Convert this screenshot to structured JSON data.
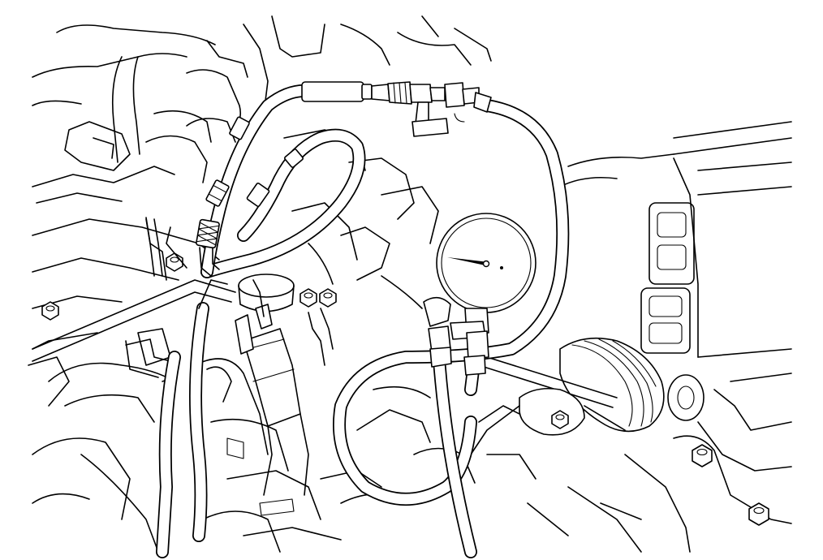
{
  "figure": {
    "gauge_dial_text": "",
    "colors": {
      "line": "#000000",
      "background": "#ffffff"
    },
    "parts": [
      "engine-compartment",
      "fuel-pressure-gauge",
      "gauge-hose",
      "adapter-fittings",
      "quick-connector",
      "fuel-line",
      "intake-manifold",
      "cv-boot",
      "bolts"
    ]
  }
}
